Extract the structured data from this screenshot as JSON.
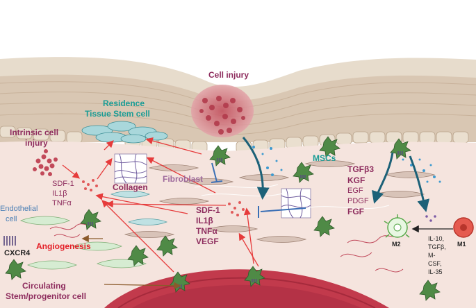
{
  "labels": {
    "cell_injury": "Cell injury",
    "residence_line1": "Residence",
    "residence_line2": "Tissue  Stem cell",
    "intrinsic_line1": "Intrinsic cell",
    "intrinsic_line2": "injury",
    "sdf1_left": "SDF-1",
    "il1b_left": "IL1β",
    "tnfa_left": "TNFα",
    "collagen": "Collagen",
    "fibroblast": "Fibroblast",
    "mscs": "MSCs",
    "endothelial_line1": "Endothelial",
    "endothelial_line2": "cell",
    "angiogenesis": "Angiogenesis",
    "cxcr4": "CXCR4",
    "circulating_line1": "Circulating",
    "circulating_line2": "Stem/progenitor cell",
    "sdf1_center": "SDF-1",
    "il1b_center": "IL1β",
    "tnfa_center": "TNFα",
    "vegf_center": "VEGF",
    "tgfb3": "TGFβ3",
    "kgf": "KGF",
    "egf": "EGF",
    "pdgf": "PDGF",
    "fgf": "FGF",
    "m2": "M2",
    "m1": "M1",
    "il10": "IL-10,",
    "tgfb": "TGFβ,",
    "m_dash": "M-",
    "csf": "CSF,",
    "il35": "IL-35"
  },
  "colors": {
    "maroon": "#8e2d5e",
    "teal": "#1a9c95",
    "blue_label": "#4a7fb5",
    "red_label": "#e41e26",
    "skin_band": "#dccbb8",
    "dermis": "#f4e2dc",
    "vessel": "#c23a4c",
    "msc_green": "#3f7a3c",
    "arrow_red": "#e63b3b",
    "arrow_teal": "#1c6178",
    "arrow_brown": "#8b5a2b"
  },
  "icons": {
    "msc": "msc-cell-icon",
    "receptor": "cxcr4-receptor-icon",
    "m1": "m1-macrophage-icon",
    "m2": "m2-macrophage-icon"
  }
}
